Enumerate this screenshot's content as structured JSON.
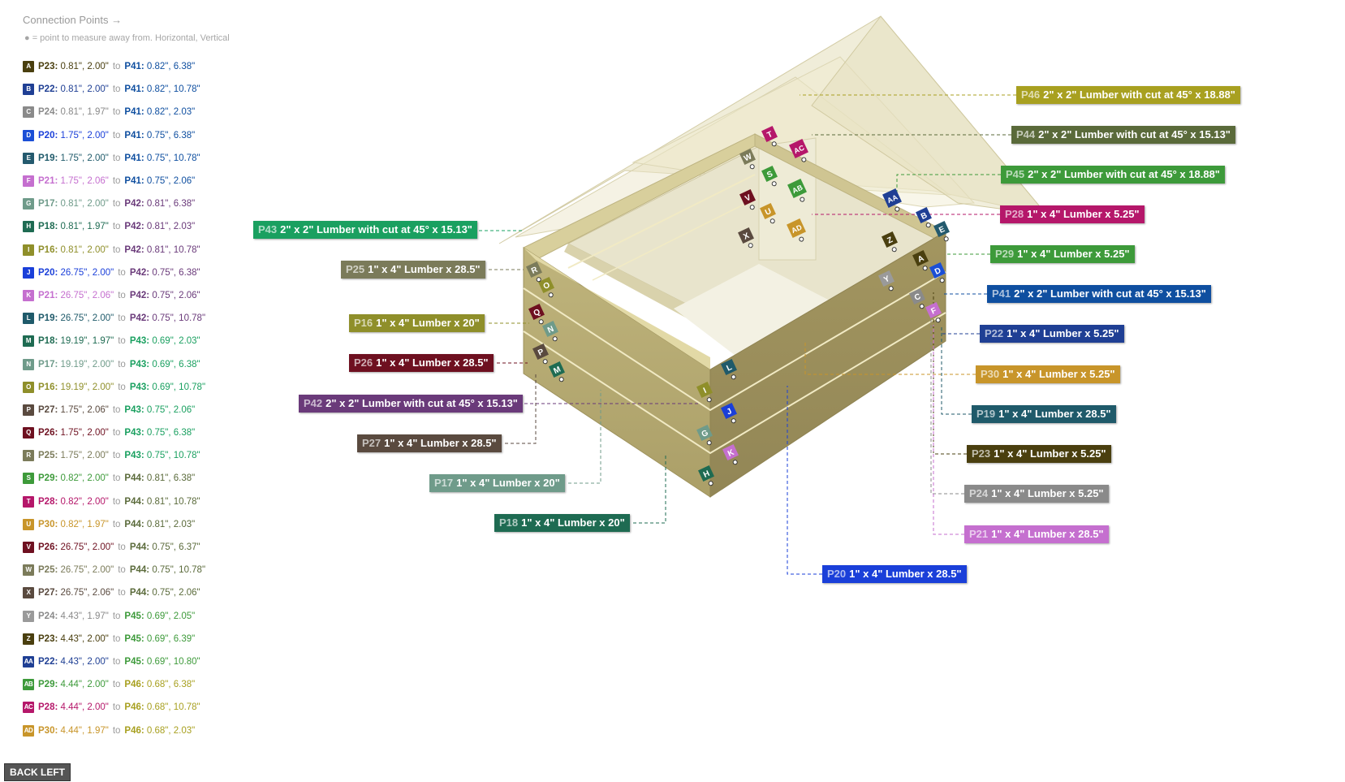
{
  "header": {
    "title": "Connection Points →",
    "subtitle": "● = point to measure away from. Horizontal, Vertical"
  },
  "connection_points": [
    {
      "letter": "A",
      "color": "#4a3f0f",
      "from": "P23:",
      "from_val": "0.81\", 2.00\"",
      "to": "P41:",
      "to_val": "0.82\", 6.38\""
    },
    {
      "letter": "B",
      "color": "#1f3f94",
      "from": "P22:",
      "from_val": "0.81\", 2.00\"",
      "to": "P41:",
      "to_val": "0.82\", 10.78\""
    },
    {
      "letter": "C",
      "color": "#8a8a8a",
      "from": "P24:",
      "from_val": "0.81\", 1.97\"",
      "to": "P41:",
      "to_val": "0.82\", 2.03\""
    },
    {
      "letter": "D",
      "color": "#1b4fd6",
      "from": "P20:",
      "from_val": "1.75\", 2.00\"",
      "to": "P41:",
      "to_val": "0.75\", 6.38\""
    },
    {
      "letter": "E",
      "color": "#245a6e",
      "from": "P19:",
      "from_val": "1.75\", 2.00\"",
      "to": "P41:",
      "to_val": "0.75\", 10.78\""
    },
    {
      "letter": "F",
      "color": "#c56fcf",
      "from": "P21:",
      "from_val": "1.75\", 2.06\"",
      "to": "P41:",
      "to_val": "0.75\", 2.06\""
    },
    {
      "letter": "G",
      "color": "#6f9b8a",
      "from": "P17:",
      "from_val": "0.81\", 2.00\"",
      "to": "P42:",
      "to_val": "0.81\", 6.38\""
    },
    {
      "letter": "H",
      "color": "#1e6b52",
      "from": "P18:",
      "from_val": "0.81\", 1.97\"",
      "to": "P42:",
      "to_val": "0.81\", 2.03\""
    },
    {
      "letter": "I",
      "color": "#8f8f2a",
      "from": "P16:",
      "from_val": "0.81\", 2.00\"",
      "to": "P42:",
      "to_val": "0.81\", 10.78\""
    },
    {
      "letter": "J",
      "color": "#1a3fd9",
      "from": "P20:",
      "from_val": "26.75\", 2.00\"",
      "to": "P42:",
      "to_val": "0.75\", 6.38\""
    },
    {
      "letter": "K",
      "color": "#c56fcf",
      "from": "P21:",
      "from_val": "26.75\", 2.06\"",
      "to": "P42:",
      "to_val": "0.75\", 2.06\""
    },
    {
      "letter": "L",
      "color": "#1f5a6a",
      "from": "P19:",
      "from_val": "26.75\", 2.00\"",
      "to": "P42:",
      "to_val": "0.75\", 10.78\""
    },
    {
      "letter": "M",
      "color": "#1e6b52",
      "from": "P18:",
      "from_val": "19.19\", 1.97\"",
      "to": "P43:",
      "to_val": "0.69\", 2.03\""
    },
    {
      "letter": "N",
      "color": "#6f9b8a",
      "from": "P17:",
      "from_val": "19.19\", 2.00\"",
      "to": "P43:",
      "to_val": "0.69\", 6.38\""
    },
    {
      "letter": "O",
      "color": "#8f8f2a",
      "from": "P16:",
      "from_val": "19.19\", 2.00\"",
      "to": "P43:",
      "to_val": "0.69\", 10.78\""
    },
    {
      "letter": "P",
      "color": "#5a4a3f",
      "from": "P27:",
      "from_val": "1.75\", 2.06\"",
      "to": "P43:",
      "to_val": "0.75\", 2.06\""
    },
    {
      "letter": "Q",
      "color": "#6e1020",
      "from": "P26:",
      "from_val": "1.75\", 2.00\"",
      "to": "P43:",
      "to_val": "0.75\", 6.38\""
    },
    {
      "letter": "R",
      "color": "#7b7b5a",
      "from": "P25:",
      "from_val": "1.75\", 2.00\"",
      "to": "P43:",
      "to_val": "0.75\", 10.78\""
    },
    {
      "letter": "S",
      "color": "#3d9a3a",
      "from": "P29:",
      "from_val": "0.82\", 2.00\"",
      "to": "P44:",
      "to_val": "0.81\", 6.38\""
    },
    {
      "letter": "T",
      "color": "#b5176a",
      "from": "P28:",
      "from_val": "0.82\", 2.00\"",
      "to": "P44:",
      "to_val": "0.81\", 10.78\""
    },
    {
      "letter": "U",
      "color": "#c8952a",
      "from": "P30:",
      "from_val": "0.82\", 1.97\"",
      "to": "P44:",
      "to_val": "0.81\", 2.03\""
    },
    {
      "letter": "V",
      "color": "#6e1020",
      "from": "P26:",
      "from_val": "26.75\", 2.00\"",
      "to": "P44:",
      "to_val": "0.75\", 6.37\""
    },
    {
      "letter": "W",
      "color": "#7b7b5a",
      "from": "P25:",
      "from_val": "26.75\", 2.00\"",
      "to": "P44:",
      "to_val": "0.75\", 10.78\""
    },
    {
      "letter": "X",
      "color": "#5a4a3f",
      "from": "P27:",
      "from_val": "26.75\", 2.06\"",
      "to": "P44:",
      "to_val": "0.75\", 2.06\""
    },
    {
      "letter": "Y",
      "color": "#9a9a9a",
      "from": "P24:",
      "from_val": "4.43\", 1.97\"",
      "to": "P45:",
      "to_val": "0.69\", 2.05\""
    },
    {
      "letter": "Z",
      "color": "#4a3f0f",
      "from": "P23:",
      "from_val": "4.43\", 2.00\"",
      "to": "P45:",
      "to_val": "0.69\", 6.39\""
    },
    {
      "letter": "AA",
      "color": "#1f3f94",
      "from": "P22:",
      "from_val": "4.43\", 2.00\"",
      "to": "P45:",
      "to_val": "0.69\", 10.80\""
    },
    {
      "letter": "AB",
      "color": "#3d9a3a",
      "from": "P29:",
      "from_val": "4.44\", 2.00\"",
      "to": "P46:",
      "to_val": "0.68\", 6.38\""
    },
    {
      "letter": "AC",
      "color": "#b5176a",
      "from": "P28:",
      "from_val": "4.44\", 2.00\"",
      "to": "P46:",
      "to_val": "0.68\", 10.78\""
    },
    {
      "letter": "AD",
      "color": "#c8952a",
      "from": "P30:",
      "from_val": "4.44\", 1.97\"",
      "to": "P46:",
      "to_val": "0.68\", 2.03\""
    }
  ],
  "part_colors": {
    "P16": "#8f8f2a",
    "P17": "#6f9b8a",
    "P18": "#1e6b52",
    "P19": "#1f5a6a",
    "P20": "#1a3fd9",
    "P21": "#c56fcf",
    "P22": "#1f3f94",
    "P23": "#4a3f0f",
    "P24": "#8a8a8a",
    "P25": "#7b7b5a",
    "P26": "#6e1020",
    "P27": "#5a4a3f",
    "P28": "#b5176a",
    "P29": "#3d9a3a",
    "P30": "#c8952a",
    "P41": "#0f4fa0",
    "P42": "#6a3a7a",
    "P43": "#1aa060",
    "P44": "#5a6a3a",
    "P45": "#3d9a3a",
    "P46": "#a8a020"
  },
  "parts": [
    {
      "id": "P46",
      "desc": "2\" x 2\" Lumber with cut at 45° x 18.88\""
    },
    {
      "id": "P44",
      "desc": "2\" x 2\" Lumber with cut at 45° x 15.13\""
    },
    {
      "id": "P45",
      "desc": "2\" x 2\" Lumber with cut at 45° x 18.88\""
    },
    {
      "id": "P28",
      "desc": "1\" x 4\" Lumber  x 5.25\""
    },
    {
      "id": "P29",
      "desc": "1\" x 4\" Lumber  x 5.25\""
    },
    {
      "id": "P41",
      "desc": "2\" x 2\" Lumber with cut at 45° x 15.13\""
    },
    {
      "id": "P22",
      "desc": "1\" x 4\" Lumber  x 5.25\""
    },
    {
      "id": "P30",
      "desc": "1\" x 4\" Lumber  x 5.25\""
    },
    {
      "id": "P19",
      "desc": "1\" x 4\" Lumber  x 28.5\""
    },
    {
      "id": "P23",
      "desc": "1\" x 4\" Lumber  x 5.25\""
    },
    {
      "id": "P24",
      "desc": "1\" x 4\" Lumber  x 5.25\""
    },
    {
      "id": "P21",
      "desc": "1\" x 4\" Lumber  x 28.5\""
    },
    {
      "id": "P20",
      "desc": "1\" x 4\" Lumber  x 28.5\""
    },
    {
      "id": "P43",
      "desc": "2\" x 2\" Lumber with cut at 45° x 15.13\""
    },
    {
      "id": "P25",
      "desc": "1\" x 4\" Lumber  x 28.5\""
    },
    {
      "id": "P16",
      "desc": "1\" x 4\" Lumber  x 20\""
    },
    {
      "id": "P26",
      "desc": "1\" x 4\" Lumber  x 28.5\""
    },
    {
      "id": "P42",
      "desc": "2\" x 2\" Lumber with cut at 45° x 15.13\""
    },
    {
      "id": "P27",
      "desc": "1\" x 4\" Lumber  x 28.5\""
    },
    {
      "id": "P17",
      "desc": "1\" x 4\" Lumber  x 20\""
    },
    {
      "id": "P18",
      "desc": "1\" x 4\" Lumber  x 20\""
    }
  ],
  "back_button": "BACK LEFT"
}
